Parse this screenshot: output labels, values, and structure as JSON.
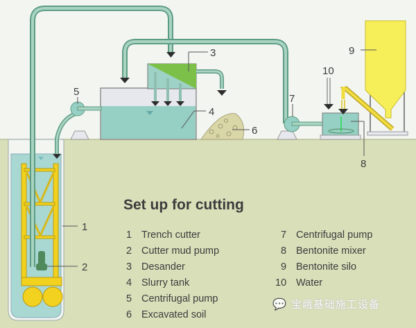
{
  "title": "Set up for cutting",
  "legend": [
    {
      "num": "1",
      "label": "Trench cutter"
    },
    {
      "num": "2",
      "label": "Cutter mud pump"
    },
    {
      "num": "3",
      "label": "Desander"
    },
    {
      "num": "4",
      "label": "Slurry tank"
    },
    {
      "num": "5",
      "label": "Centrifugal pump"
    },
    {
      "num": "6",
      "label": "Excavated soil"
    },
    {
      "num": "7",
      "label": "Centrifugal pump"
    },
    {
      "num": "8",
      "label": "Bentonite mixer"
    },
    {
      "num": "9",
      "label": "Bentonite silo"
    },
    {
      "num": "10",
      "label": "Water"
    }
  ],
  "watermark": "宝峨基础施工设备",
  "colors": {
    "ground": "#d9dfb9",
    "water": "#9fd2c4",
    "cutter": "#f2d21e",
    "silo": "#f7ef5a",
    "desander": "#7cc04a"
  }
}
